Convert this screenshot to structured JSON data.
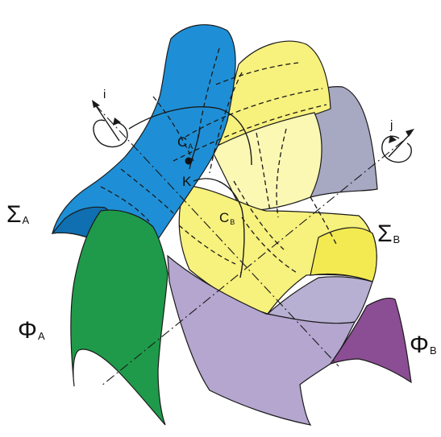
{
  "labels": {
    "sigma_a": {
      "main": "Σ",
      "sub": "A"
    },
    "sigma_b": {
      "main": "Σ",
      "sub": "B"
    },
    "phi_a": {
      "main": "Φ",
      "sub": "A"
    },
    "phi_b": {
      "main": "Φ",
      "sub": "B"
    },
    "c_a": {
      "main": "C",
      "sub": "A"
    },
    "c_b": {
      "main": "C",
      "sub": "B"
    },
    "k": "K",
    "axis_i": "i",
    "axis_j": "j"
  },
  "colors": {
    "sigma_a": "#1e8fd6",
    "sigma_a_dark": "#0f6fb0",
    "phi_a": "#1f9a4a",
    "sigma_b": "#f7f17d",
    "sigma_b_light": "#fbf8b4",
    "phi_b_lavender": "#b4a6cf",
    "phi_b_gray": "#a7a8c2",
    "phi_b": "#8b4d93"
  },
  "icons": [
    "rotation-arrow-icon-i",
    "rotation-arrow-icon-j"
  ]
}
